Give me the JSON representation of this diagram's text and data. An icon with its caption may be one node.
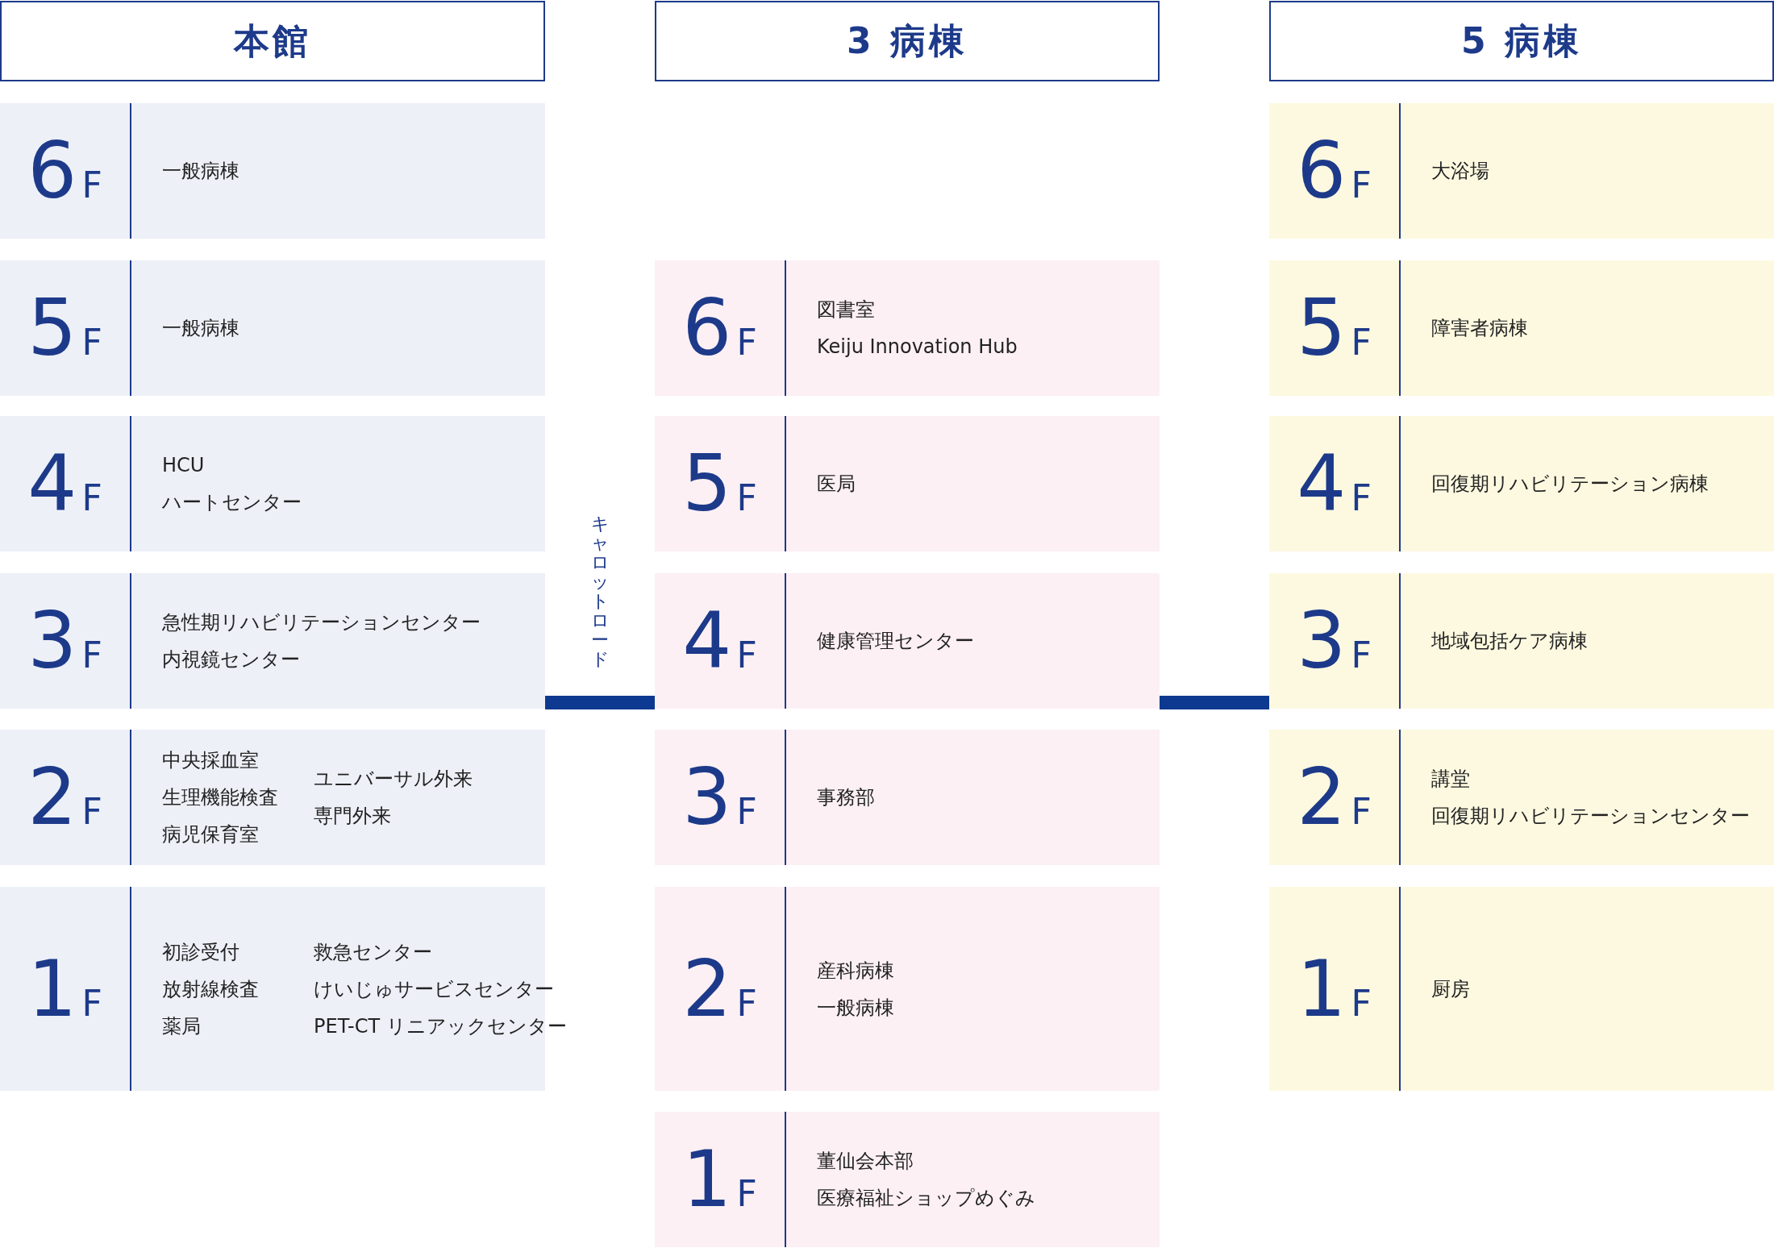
{
  "diagram": {
    "nodes": [
      {
        "text": [
          "本館"
        ]
      },
      {
        "text": [
          "3 病棟"
        ]
      },
      {
        "text": [
          "5 病棟"
        ]
      },
      {
        "text": [
          "6F",
          "一般病棟"
        ]
      },
      {
        "text": [
          "5F",
          "一般病棟"
        ]
      },
      {
        "text": [
          "4F",
          "HCU",
          "ハートセンター"
        ]
      },
      {
        "text": [
          "3F",
          "急性期リハビリテーションセンター",
          "内視鏡センター"
        ]
      },
      {
        "text": [
          "2F",
          "中央採血室",
          "生理機能検査",
          "病児保育室",
          "ユニバーサル外来",
          "専門外来"
        ]
      },
      {
        "text": [
          "1F",
          "初診受付",
          "放射線検査",
          "薬局",
          "救急センター",
          "けいじゅサービスセンター",
          "PET-CT リニアックセンター"
        ]
      },
      {
        "text": [
          "6F",
          "図書室",
          "Keiju Innovation Hub"
        ]
      },
      {
        "text": [
          "5F",
          "医局"
        ]
      },
      {
        "text": [
          "4F",
          "健康管理センター"
        ]
      },
      {
        "text": [
          "3F",
          "事務部"
        ]
      },
      {
        "text": [
          "2F",
          "産科病棟",
          "一般病棟"
        ]
      },
      {
        "text": [
          "1F",
          "董仙会本部",
          "医療福祉ショップめぐみ"
        ]
      },
      {
        "text": [
          "6F",
          "大浴場"
        ]
      },
      {
        "text": [
          "5F",
          "障害者病棟"
        ]
      },
      {
        "text": [
          "4F",
          "回復期リハビリテーション病棟"
        ]
      },
      {
        "text": [
          "3F",
          "地域包括ケア病棟"
        ]
      },
      {
        "text": [
          "2F",
          "講堂",
          "回復期リハビリテーションセンター"
        ]
      },
      {
        "text": [
          "1F",
          "厨房"
        ]
      },
      {
        "text": [],
        "shape": "bar",
        "beside": [
          "キャロットロード"
        ]
      },
      {
        "text": [],
        "shape": "bar"
      }
    ]
  }
}
